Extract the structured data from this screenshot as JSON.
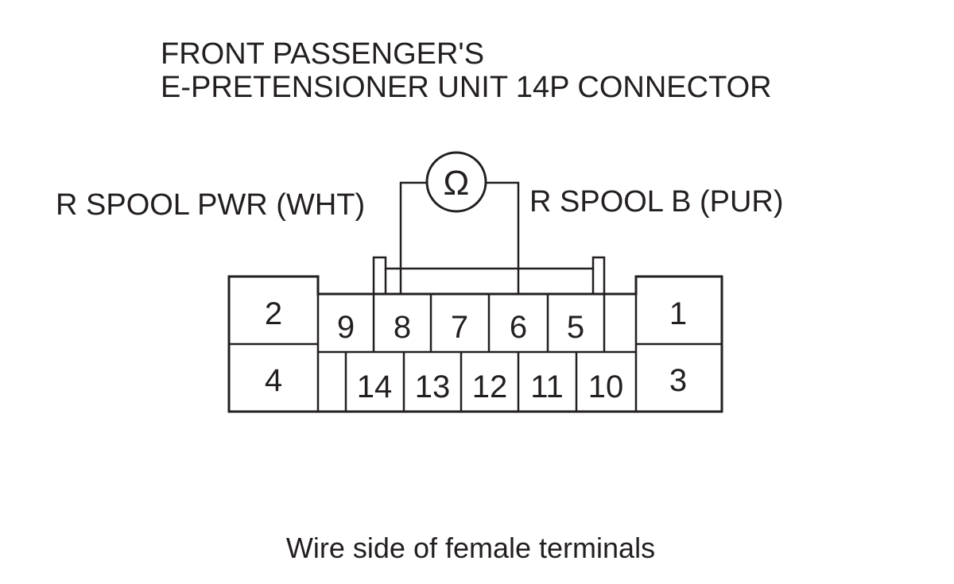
{
  "title": {
    "line1": "FRONT PASSENGER'S",
    "line2": "E-PRETENSIONER UNIT 14P CONNECTOR"
  },
  "probe": {
    "left_label": "R SPOOL PWR (WHT)",
    "right_label": "R SPOOL B (PUR)",
    "meter_symbol": "Ω",
    "meter_icon": "ohmmeter-icon",
    "left_pin": "8",
    "right_pin": "6"
  },
  "connector": {
    "left_block": {
      "top": "2",
      "bottom": "4"
    },
    "right_block": {
      "top": "1",
      "bottom": "3"
    },
    "upper_row": [
      "9",
      "8",
      "7",
      "6",
      "5"
    ],
    "lower_row": [
      "14",
      "13",
      "12",
      "11",
      "10"
    ]
  },
  "caption": "Wire side of female terminals"
}
